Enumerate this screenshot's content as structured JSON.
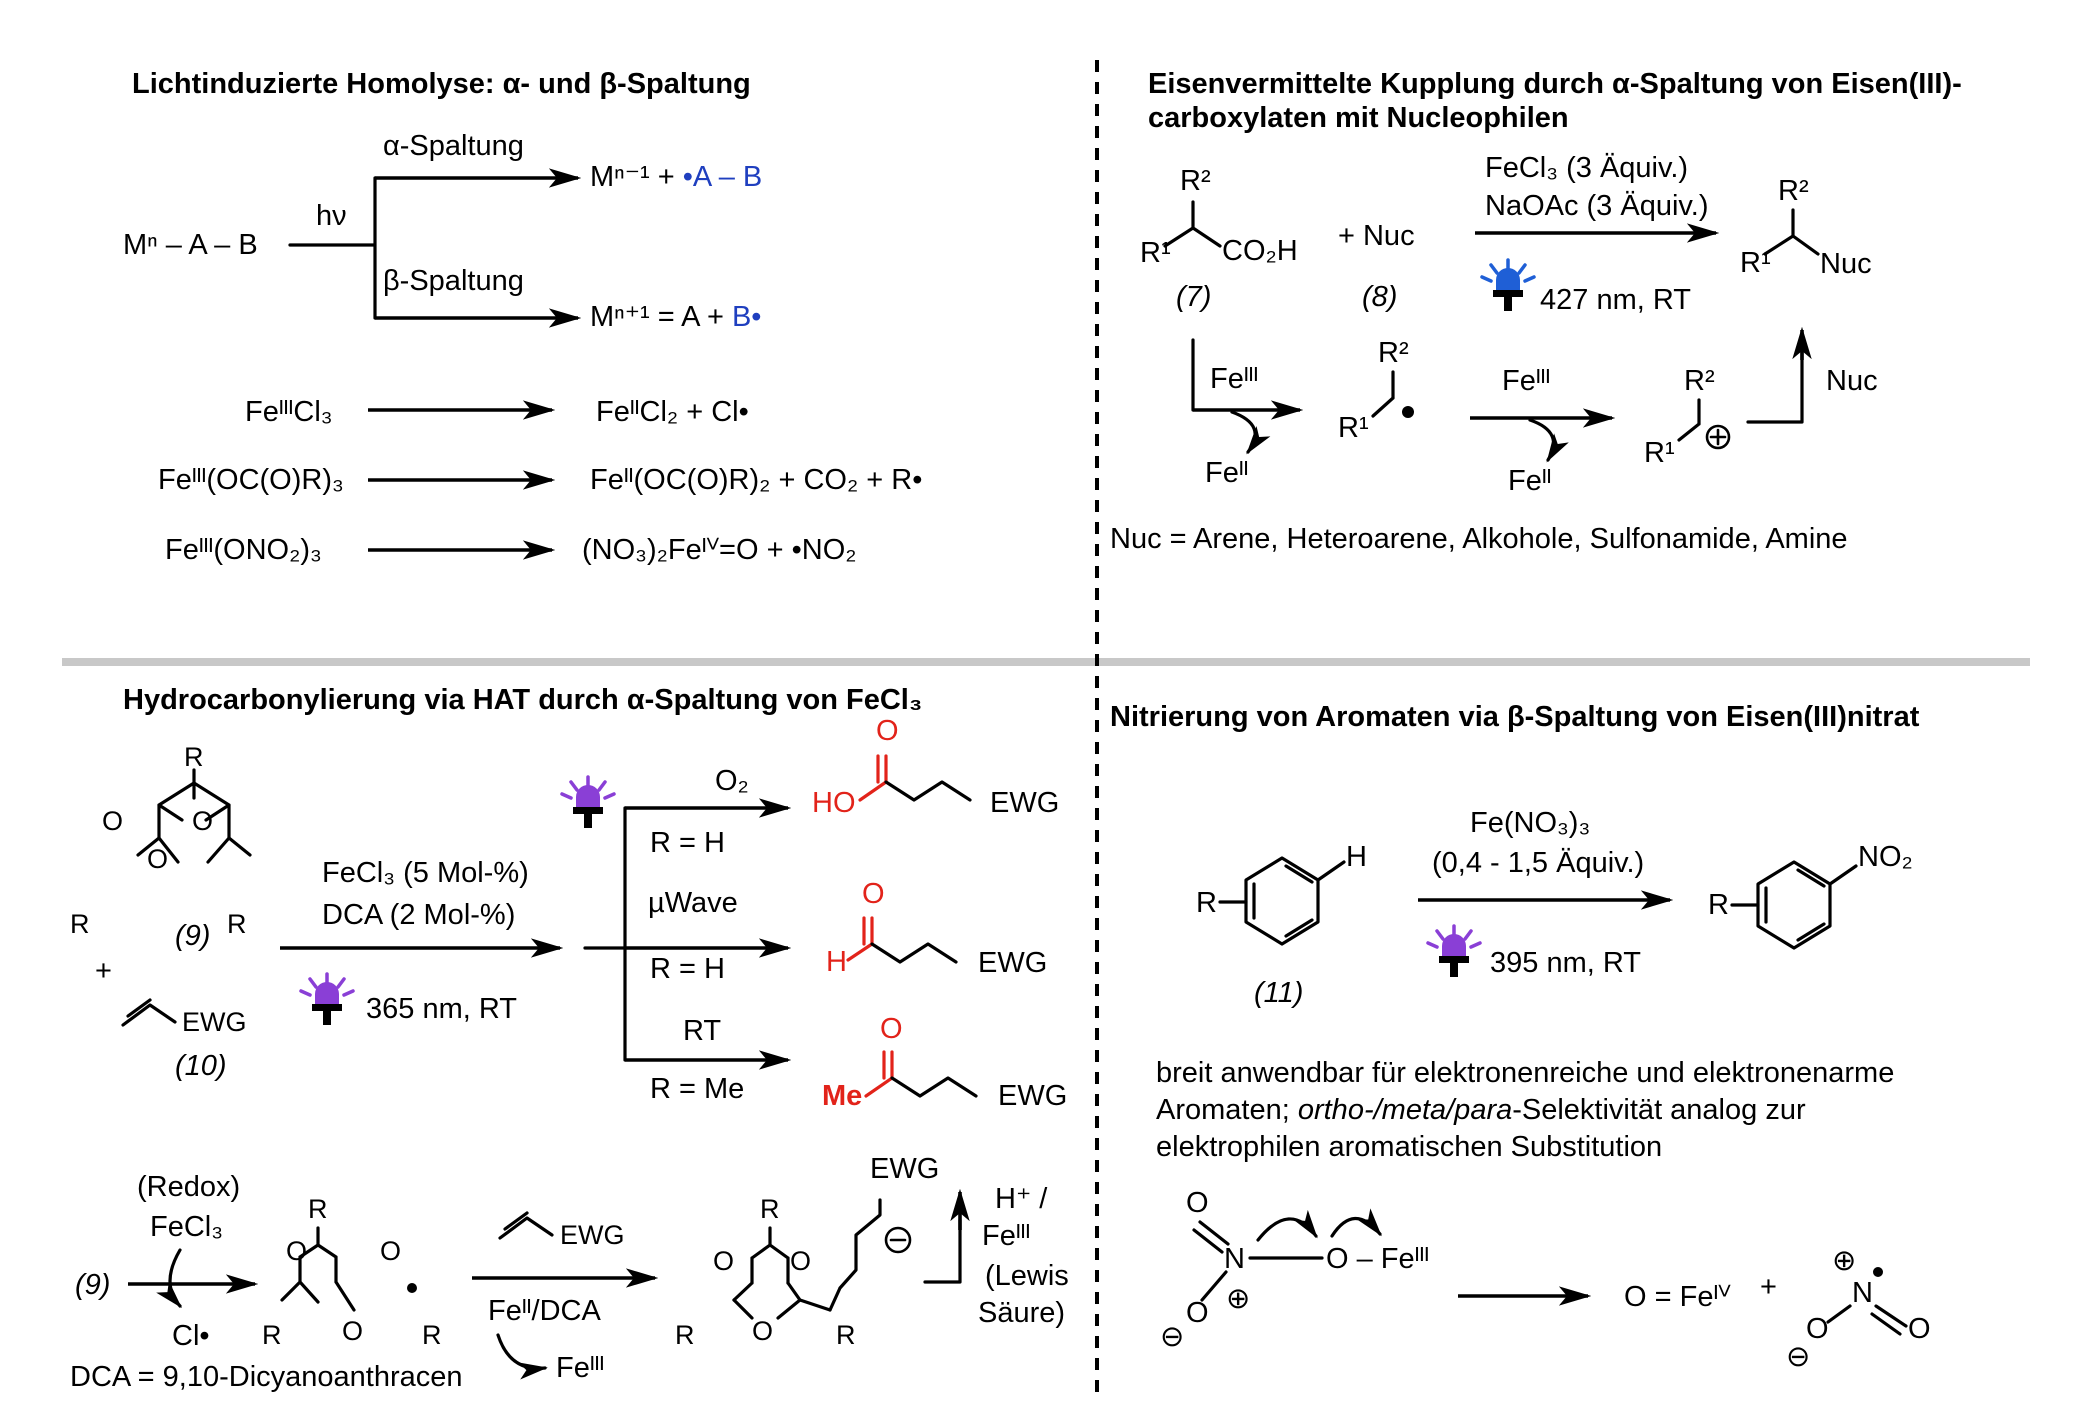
{
  "q1": {
    "title": "Lichtinduzierte Homolyse: α- und β-Spaltung",
    "start": "Mⁿ – A – B",
    "hv": "hν",
    "alpha_label": "α-Spaltung",
    "alpha_product": "Mⁿ⁻¹   +   ",
    "alpha_radical": "•A – B",
    "beta_label": "β-Spaltung",
    "beta_product": "Mⁿ⁺¹ = A   +   ",
    "beta_radical": "B•",
    "rows": [
      {
        "left": "FeᴵᴵᴵCl₃",
        "right": "FeᴵᴵCl₂ + Cl•"
      },
      {
        "left": "Feᴵᴵᴵ(OC(O)R)₃",
        "right": "Feᴵᴵ(OC(O)R)₂ + CO₂ + R•"
      },
      {
        "left": "Feᴵᴵᴵ(ONO₂)₃",
        "right": "(NO₃)₂Feᴵⱽ=O + •NO₂"
      }
    ]
  },
  "q2": {
    "title_l1": "Eisenvermittelte Kupplung durch α-Spaltung von Eisen(III)-",
    "title_l2": "carboxylaten mit Nucleophilen",
    "r2": "R²",
    "r1": "R¹",
    "co2h": "CO₂H",
    "plus_nuc": "+ Nuc",
    "label7": "(7)",
    "label8": "(8)",
    "cond1": "FeCl₃ (3 Äquiv.)",
    "cond2": "NaOAc (3 Äquiv.)",
    "wavelength": "427 nm,  RT",
    "nuc": "Nuc",
    "fe3": "Feᴵᴵᴵ",
    "fe2": "Feᴵᴵ",
    "nuc_note": "Nuc = Arene, Heteroarene, Alkohole, Sulfonamide, Amine",
    "colors": {
      "lamp": "#1f5fd6"
    }
  },
  "q3": {
    "title": "Hydrocarbonylierung via HAT durch α-Spaltung von FeCl₃",
    "r": "R",
    "o": "O",
    "label9": "(9)",
    "plus": "+",
    "ewg": "EWG",
    "label10": "(10)",
    "cond1": "FeCl₃ (5 Mol-%)",
    "cond2": "DCA (2 Mol-%)",
    "wavelength": "365 nm,  RT",
    "branch1_top": "O₂",
    "branch1_bottom": "R = H",
    "branch2_top": "µWave",
    "branch2_bottom": "R = H",
    "branch3_top": "RT",
    "branch3_bottom": "R = Me",
    "ho": "HO",
    "h": "H",
    "me": "Me",
    "mech_redox": "(Redox)",
    "mech_fecl3": "FeCl₃",
    "mech_cl": "Cl•",
    "dca_def": "DCA = 9,10-Dicyanoanthracen",
    "fe2_dca": "Feᴵᴵ/DCA",
    "fe3": "Feᴵᴵᴵ",
    "acid_l1": "H⁺ /",
    "acid_l2": "Feᴵᴵᴵ",
    "acid_l3": "(Lewis",
    "acid_l4": "Säure)",
    "colors": {
      "lamp": "#8a3fd6",
      "highlight": "#e2231a"
    }
  },
  "q4": {
    "title": "Nitrierung von Aromaten via β-Spaltung von Eisen(III)nitrat",
    "r": "R",
    "h": "H",
    "label11": "(11)",
    "cond1": "Fe(NO₃)₃",
    "cond2": "(0,4 - 1,5 Äquiv.)",
    "wavelength": "395 nm,  RT",
    "no2": "NO₂",
    "note_l1": "breit anwendbar für elektronenreiche und elektronenarme",
    "note_l2a": "Aromaten; ",
    "note_l2b": "ortho-/meta/para",
    "note_l2c": "-Selektivität analog zur",
    "note_l3": "elektrophilen aromatischen Substitution",
    "o": "O",
    "n": "N",
    "o_fe3": "O – Feᴵᴵᴵ",
    "ofe4": "O = Feᴵⱽ",
    "plus": "+",
    "plus_sign": "⊕",
    "minus_sign": "⊖"
  }
}
